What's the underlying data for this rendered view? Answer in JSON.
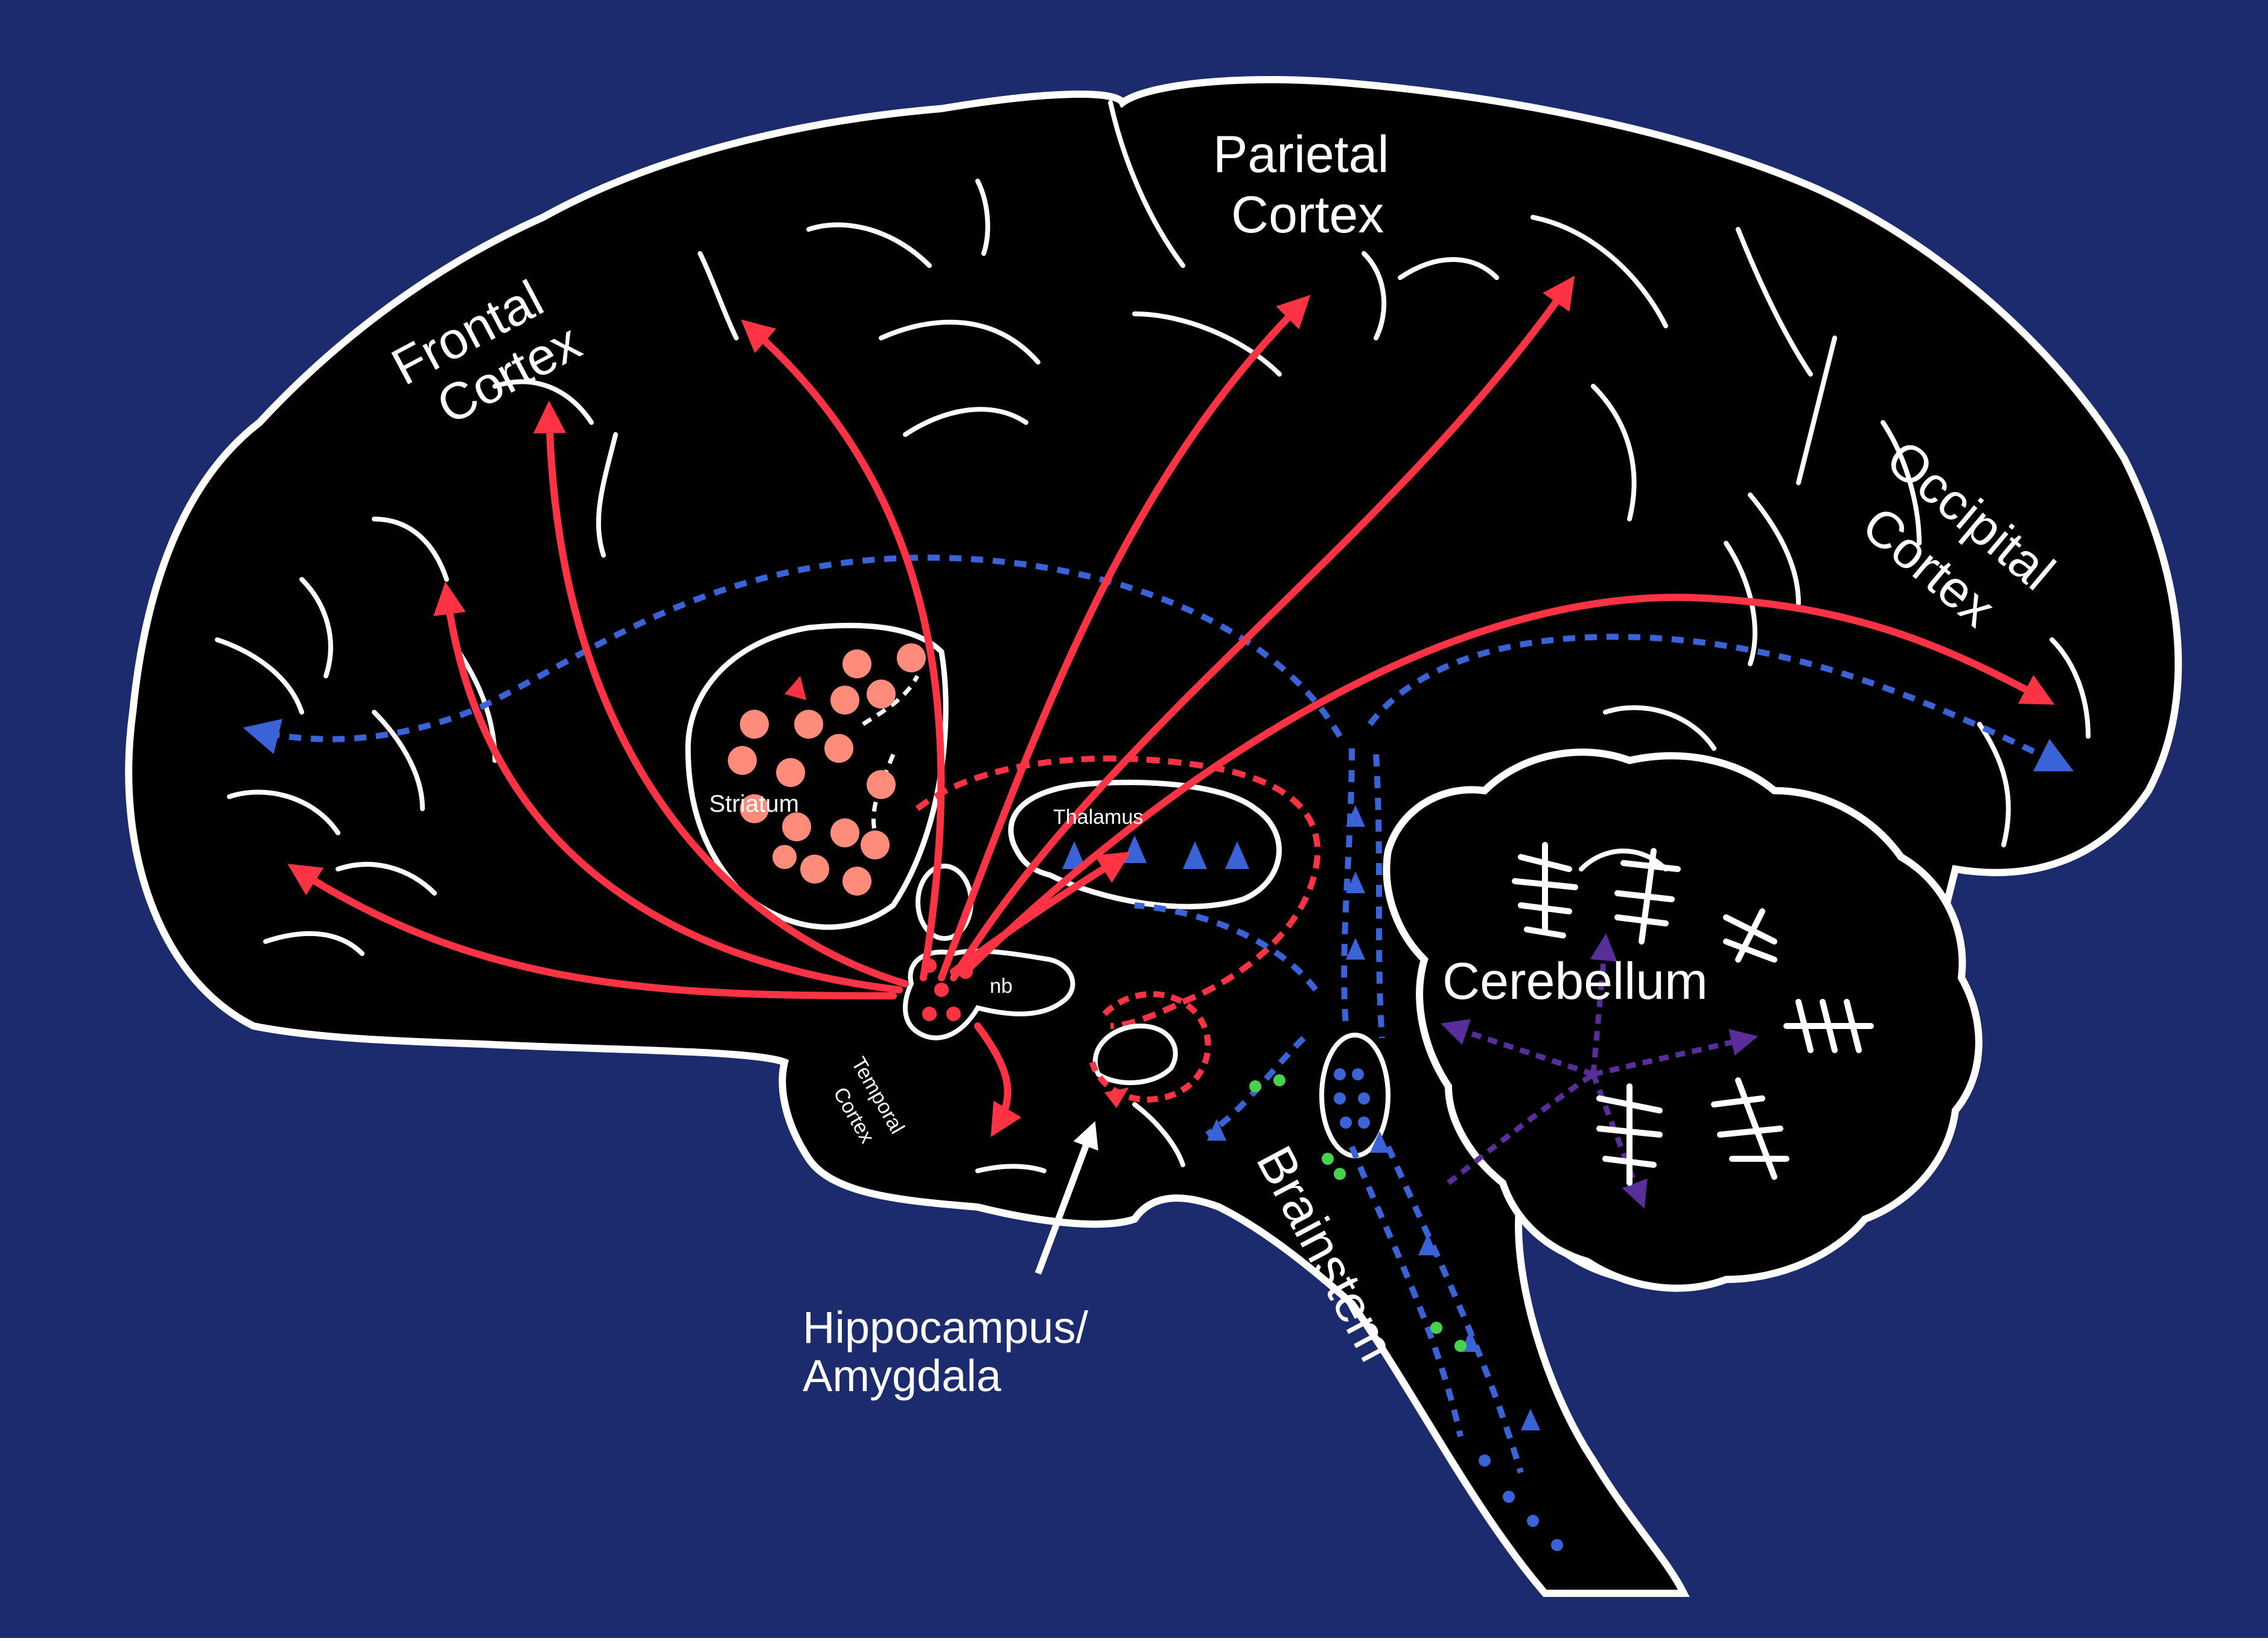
{
  "colors": {
    "background": "#1c2a6e",
    "brain": "#000000",
    "outline": "#ffffff",
    "red_pathway": "#ff3344",
    "blue_pathway": "#3a63d8",
    "green_dots": "#46d24a",
    "purple_pathway": "#5a2e9a",
    "nucleus_dots": "#ff8c7a"
  },
  "labels": {
    "frontal_1": "Frontal",
    "frontal_2": "Cortex",
    "parietal_1": "Parietal",
    "parietal_2": "Cortex",
    "occipital_1": "Occipital",
    "occipital_2": "Cortex",
    "striatum": "Striatum",
    "thalamus": "Thalamus",
    "cerebellum": "Cerebellum",
    "temporal_1": "Temporal",
    "temporal_2": "Cortex",
    "brainstem": "Brainstem",
    "hippo_1": "Hippocampus/",
    "hippo_2": "Amygdala",
    "nb": "nb"
  }
}
